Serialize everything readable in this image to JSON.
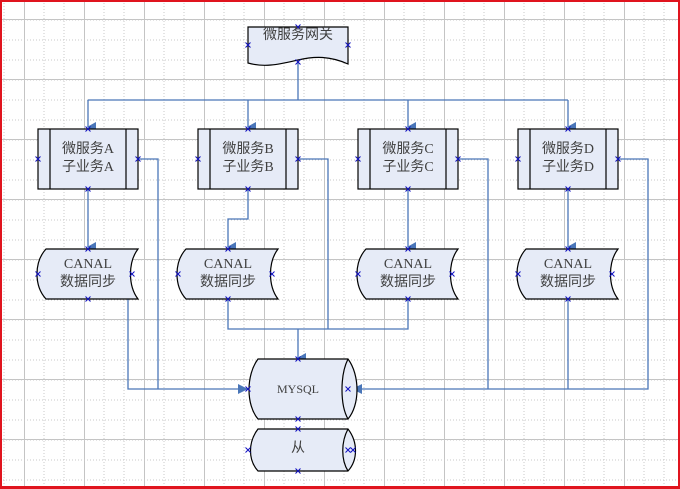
{
  "diagram": {
    "colors": {
      "shape_fill": "#e6ebf7",
      "shape_stroke": "#000000",
      "connector": "#4a76b8",
      "grid": "#c4c4c4",
      "page_border": "#e0141e",
      "text": "#404040",
      "connection_point": "#1010c0"
    },
    "gateway": {
      "label": "微服务网关"
    },
    "services": [
      {
        "line1": "微服务A",
        "line2": "子业务A"
      },
      {
        "line1": "微服务B",
        "line2": "子业务B"
      },
      {
        "line1": "微服务C",
        "line2": "子业务C"
      },
      {
        "line1": "微服务D",
        "line2": "子业务D"
      }
    ],
    "canal_nodes": [
      {
        "line1": "CANAL",
        "line2": "数据同步"
      },
      {
        "line1": "CANAL",
        "line2": "数据同步"
      },
      {
        "line1": "CANAL",
        "line2": "数据同步"
      },
      {
        "line1": "CANAL",
        "line2": "数据同步"
      }
    ],
    "mysql_master": {
      "label": "MYSQL"
    },
    "mysql_slave": {
      "label": "从"
    },
    "edges": [
      {
        "from": "微服务网关",
        "to": "微服务A"
      },
      {
        "from": "微服务网关",
        "to": "微服务B"
      },
      {
        "from": "微服务网关",
        "to": "微服务C"
      },
      {
        "from": "微服务网关",
        "to": "微服务D"
      },
      {
        "from": "微服务A",
        "to": "CANAL A"
      },
      {
        "from": "微服务B",
        "to": "CANAL B"
      },
      {
        "from": "微服务C",
        "to": "CANAL C"
      },
      {
        "from": "微服务D",
        "to": "CANAL D"
      },
      {
        "from": "微服务A",
        "to": "MYSQL"
      },
      {
        "from": "CANAL A",
        "to": "MYSQL"
      },
      {
        "from": "微服务B",
        "to": "MYSQL"
      },
      {
        "from": "CANAL B",
        "to": "MYSQL"
      },
      {
        "from": "CANAL C",
        "to": "MYSQL"
      },
      {
        "from": "微服务C",
        "to": "MYSQL"
      },
      {
        "from": "微服务D",
        "to": "MYSQL"
      },
      {
        "from": "CANAL D",
        "to": "MYSQL"
      }
    ]
  }
}
